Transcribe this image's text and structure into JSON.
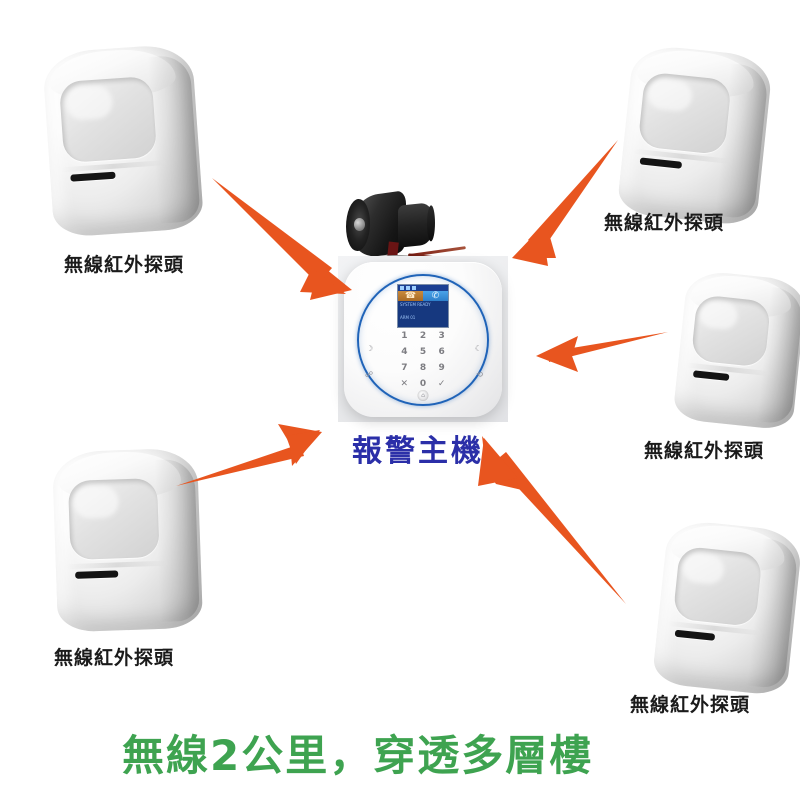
{
  "diagram": {
    "title_bottom": "無線2公里，穿透多層樓",
    "center_label": "報警主機",
    "sensor_label": "無線紅外探頭",
    "colors": {
      "arrow": "#e8551f",
      "center_text": "#2b2fa8",
      "bottom_text": "#3ea350",
      "sensor_text": "#1b1b1b",
      "panel_ring": "#1f63b8"
    },
    "sensors": [
      {
        "id": "sensor-top-left",
        "label": "無線紅外探頭"
      },
      {
        "id": "sensor-top-right",
        "label": "無線紅外探頭"
      },
      {
        "id": "sensor-middle-right",
        "label": "無線紅外探頭"
      },
      {
        "id": "sensor-bottom-left",
        "label": "無線紅外探頭"
      },
      {
        "id": "sensor-bottom-right",
        "label": "無線紅外探頭"
      }
    ],
    "hub": {
      "name": "報警主機",
      "keypad": [
        "1",
        "2",
        "3",
        "4",
        "5",
        "6",
        "7",
        "8",
        "9",
        "✕",
        "0",
        "✓"
      ],
      "side_keys": {
        "top_left": "☽",
        "top_right": "☾",
        "bottom_left": "☍",
        "bottom_right": "⟲"
      },
      "home_button": "⌂",
      "lcd": {
        "tile_left": "☎",
        "tile_right": "✆",
        "line1": "SYSTEM READY",
        "line2": "ARM  01"
      }
    },
    "siren": {
      "name": "警報喇叭"
    }
  }
}
